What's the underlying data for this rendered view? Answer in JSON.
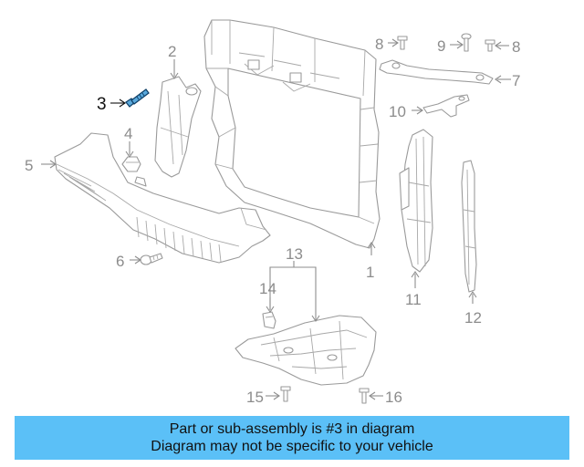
{
  "callouts": {
    "c1": "1",
    "c2": "2",
    "c3": "3",
    "c4": "4",
    "c5": "5",
    "c6": "6",
    "c7": "7",
    "c8a": "8",
    "c8b": "8",
    "c9": "9",
    "c10": "10",
    "c11": "11",
    "c12": "12",
    "c13": "13",
    "c14": "14",
    "c15": "15",
    "c16": "16"
  },
  "highlighted_part": "3",
  "banner": {
    "line1": "Part or sub-assembly is #3 in diagram",
    "line2": "Diagram may not be specific to your vehicle",
    "background": "#5bc0f7"
  },
  "colors": {
    "highlight_fill": "#5aa9dc",
    "line_art": "#9a9a9a"
  }
}
